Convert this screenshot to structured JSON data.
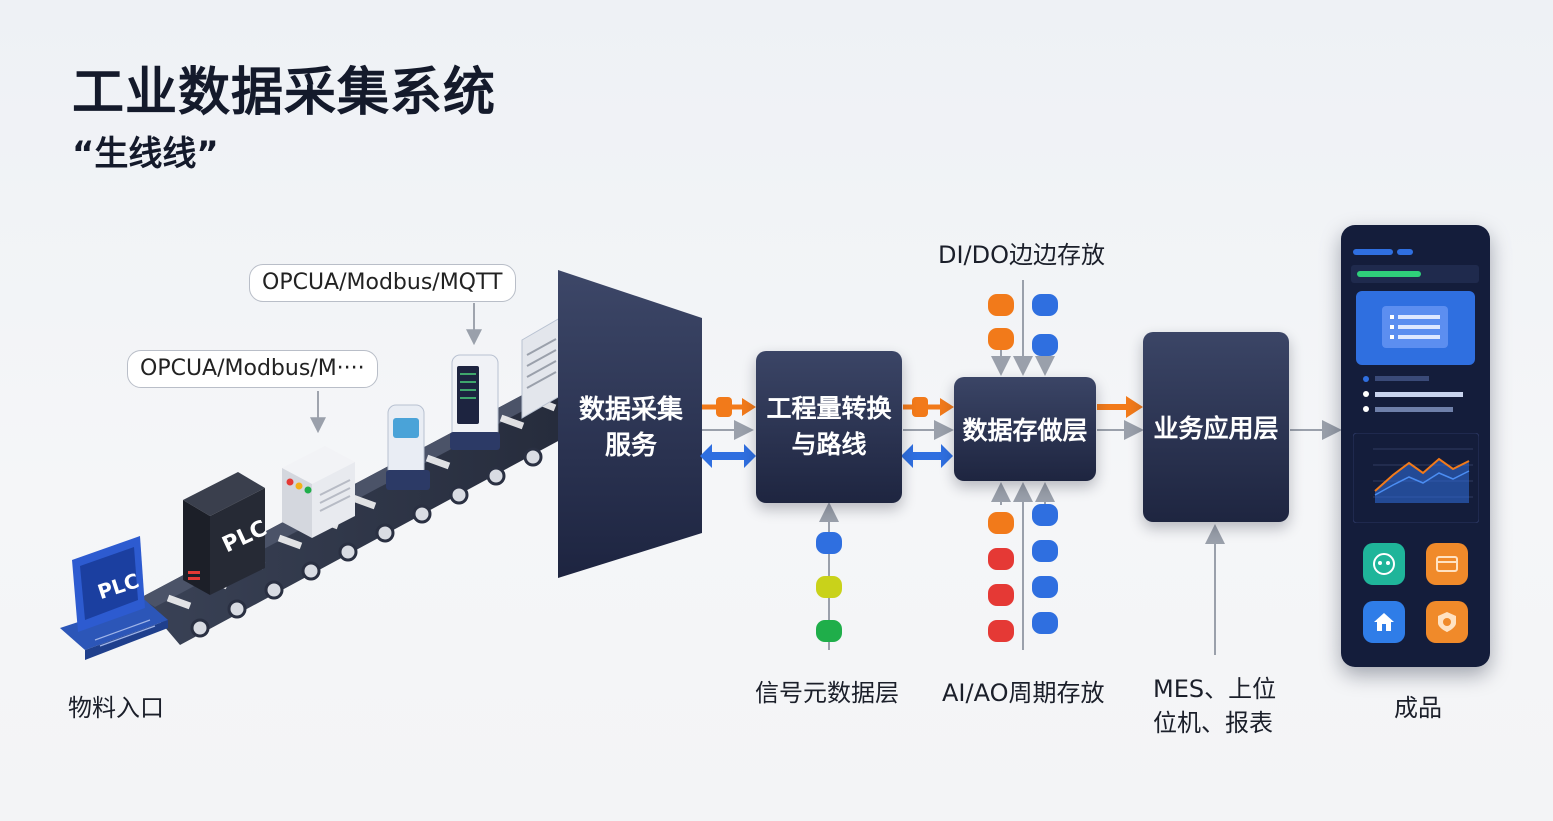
{
  "header": {
    "title": "工业数据采集系统",
    "subtitle": "“生线线”"
  },
  "callouts": {
    "protocol_full": "OPCUA/Modbus/MQTT",
    "protocol_truncated": "OPCUA/Modbus/M····"
  },
  "devices": {
    "plc_terminal": "PLC",
    "plc_cabinet": "PLC"
  },
  "blocks": {
    "collection": [
      "数据采集",
      "服务"
    ],
    "conversion": [
      "工程量转换",
      "与路线"
    ],
    "storage": "数据存做层",
    "business": "业务应用层"
  },
  "labels": {
    "material_entry": "物料入口",
    "dido_storage": "DI/DO边边存放",
    "signal_layer": "信号元数据层",
    "aiao_storage": "AI/AO周期存放",
    "mes": [
      "MES、上位",
      "位机、报表"
    ],
    "product": "成品"
  },
  "colors": {
    "block_dark": "#1e2540",
    "orange": "#f27a1a",
    "blue": "#2f6fe0",
    "red": "#e53935",
    "yellow": "#c9d21a",
    "green": "#1fae4a",
    "phone_bg": "#141d3b"
  },
  "icons": [
    "plc-terminal-icon",
    "plc-cabinet-icon",
    "controller-icon",
    "handheld-scanner-icon",
    "meter-icon",
    "server-icon",
    "home-icon",
    "wallet-icon",
    "robot-icon",
    "badge-icon"
  ]
}
